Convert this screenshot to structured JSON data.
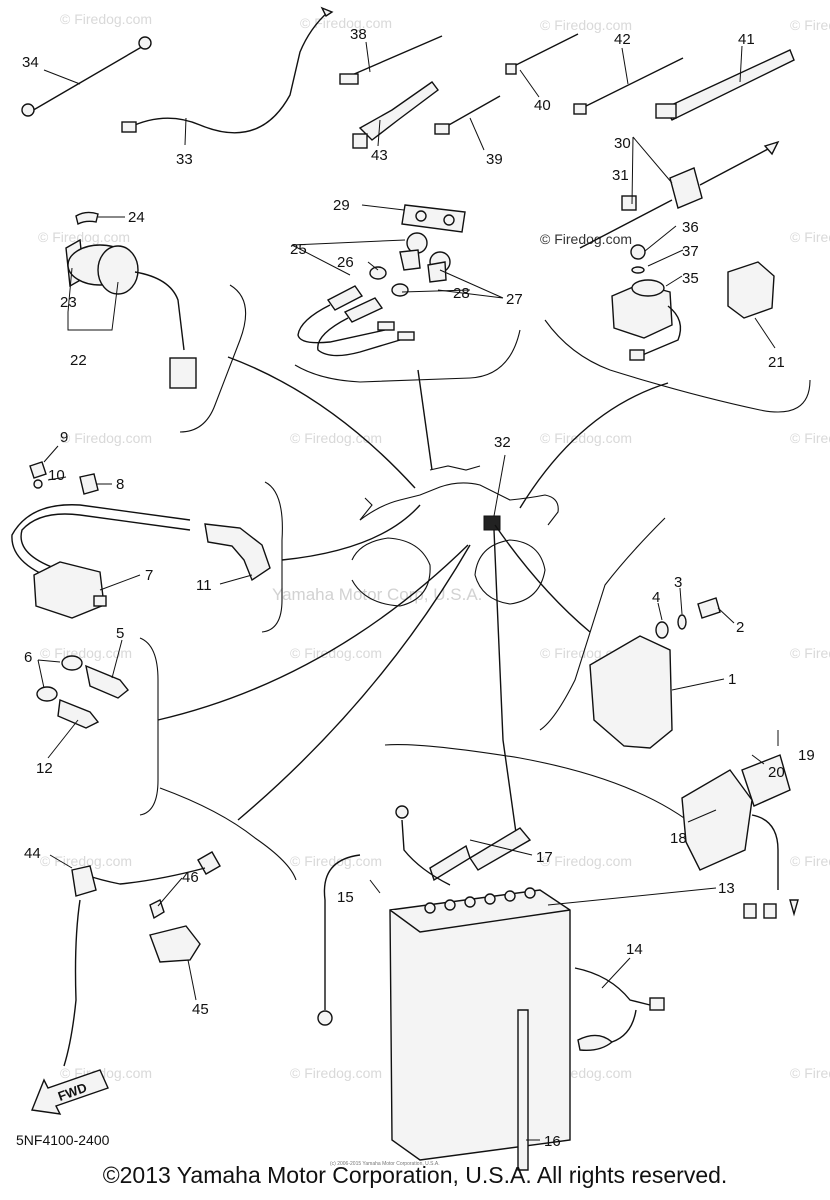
{
  "diagram": {
    "callouts": [
      "1",
      "2",
      "3",
      "4",
      "5",
      "6",
      "7",
      "8",
      "9",
      "10",
      "11",
      "12",
      "13",
      "14",
      "15",
      "16",
      "17",
      "18",
      "19",
      "20",
      "21",
      "22",
      "23",
      "24",
      "25",
      "26",
      "27",
      "28",
      "29",
      "30",
      "31",
      "32",
      "33",
      "34",
      "35",
      "36",
      "37",
      "38",
      "39",
      "40",
      "41",
      "42",
      "43",
      "44",
      "45",
      "46"
    ],
    "watermark_small": "© Firedog.com",
    "watermark_center": "Yamaha Motor Corp, U.S.A.",
    "fwd_label": "FWD",
    "doc_code": "5NF4100-2400",
    "tiny_copyright": "(c) 2006-2015 Yamaha Motor Corporation, U.S.A.",
    "copyright": "©2013 Yamaha Motor Corporation, U.S.A. All rights reserved."
  }
}
